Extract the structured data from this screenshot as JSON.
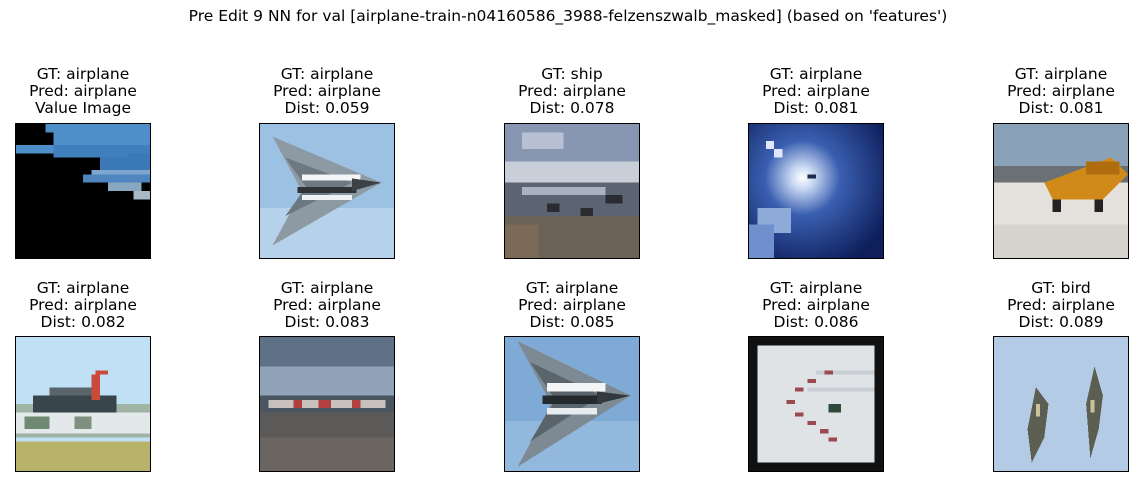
{
  "title": "Pre Edit 9 NN for val [airplane-train-n04160586_3988-felzenszwalb_masked] (based on 'features')",
  "panels": [
    {
      "lines": [
        "GT: airplane",
        "Pred: airplane",
        "Value Image"
      ]
    },
    {
      "lines": [
        "GT: airplane",
        "Pred: airplane",
        "Dist: 0.059"
      ]
    },
    {
      "lines": [
        "GT: ship",
        "Pred: airplane",
        "Dist: 0.078"
      ]
    },
    {
      "lines": [
        "GT: airplane",
        "Pred: airplane",
        "Dist: 0.081"
      ]
    },
    {
      "lines": [
        "GT: airplane",
        "Pred: airplane",
        "Dist: 0.081"
      ]
    },
    {
      "lines": [
        "GT: airplane",
        "Pred: airplane",
        "Dist: 0.082"
      ]
    },
    {
      "lines": [
        "GT: airplane",
        "Pred: airplane",
        "Dist: 0.083"
      ]
    },
    {
      "lines": [
        "GT: airplane",
        "Pred: airplane",
        "Dist: 0.085"
      ]
    },
    {
      "lines": [
        "GT: airplane",
        "Pred: airplane",
        "Dist: 0.086"
      ]
    },
    {
      "lines": [
        "GT: bird",
        "Pred: airplane",
        "Dist: 0.089"
      ]
    }
  ]
}
